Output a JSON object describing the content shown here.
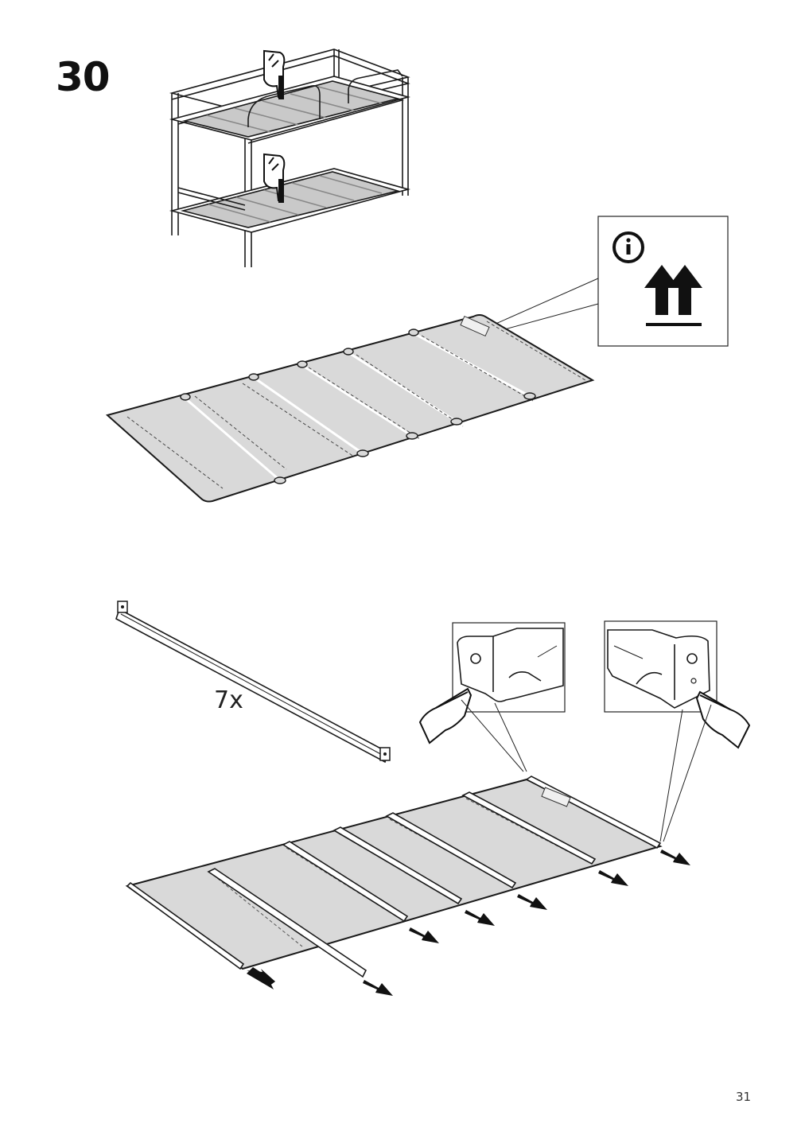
{
  "step": {
    "number": "30"
  },
  "slat_quantity": {
    "label": "7x"
  },
  "page": {
    "number": "31"
  },
  "info_box": {
    "icon": "info-icon",
    "symbol": "this-side-up-arrows-icon"
  },
  "colors": {
    "line": "#1a1a1a",
    "fabric": "#d9d9d9",
    "fabric_dark": "#bdbdbd",
    "frame": "#ffffff"
  }
}
